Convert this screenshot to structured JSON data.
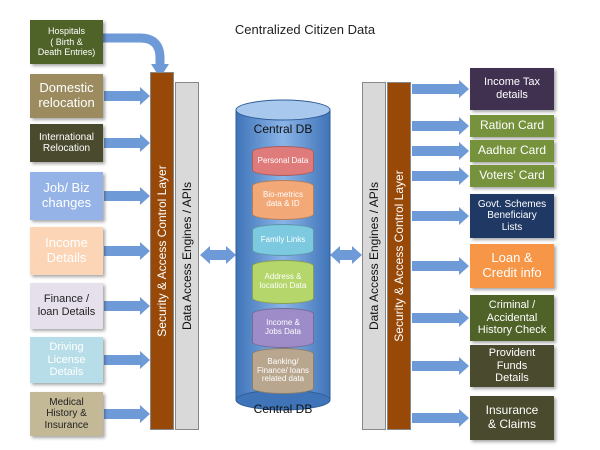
{
  "title": "Centralized Citizen Data",
  "db": {
    "label": "Central DB",
    "segments": [
      {
        "label": "Personal Data",
        "color": "#e07b7b"
      },
      {
        "label": "Bio-metrics\ndata & ID",
        "color": "#f2a877"
      },
      {
        "label": "Family Links",
        "color": "#7cc9e0"
      },
      {
        "label": "Address &\nlocation Data",
        "color": "#b4d66a"
      },
      {
        "label": "Income &\nJobs Data",
        "color": "#9d8cc8"
      },
      {
        "label": "Banking/\nFinance/ loans\nrelated data",
        "color": "#b8a68e"
      }
    ]
  },
  "left_bars": {
    "security": "Security & Access Control Layer",
    "engines": "Data Access Engines / APIs"
  },
  "right_bars": {
    "engines": "Data Access Engines / APIs",
    "security": "Security & Access Control Layer"
  },
  "inputs": [
    {
      "label": "Hospitals\n( Birth &\nDeath Entries)",
      "color": "#4f6228",
      "text_color": "#ffffff"
    },
    {
      "label": "Domestic\nrelocation",
      "color": "#9b8b5f",
      "text_color": "#ffffff"
    },
    {
      "label": "International\nRelocation",
      "color": "#4a4a2e",
      "text_color": "#ffffff"
    },
    {
      "label": "Job/ Biz\nchanges",
      "color": "#95b3e6",
      "text_color": "#ffffff"
    },
    {
      "label": "Income\nDetails",
      "color": "#fbd5b5",
      "text_color": "#ffffff"
    },
    {
      "label": "Finance /\nloan Details",
      "color": "#e6e0ec",
      "text_color": "#222222"
    },
    {
      "label": "Driving\nLicense\nDetails",
      "color": "#b7dde8",
      "text_color": "#ffffff"
    },
    {
      "label": "Medical\nHistory &\nInsurance",
      "color": "#c4b996",
      "text_color": "#222222"
    }
  ],
  "outputs": [
    {
      "label": "Income Tax\ndetails",
      "color": "#403151",
      "text_color": "#ffffff"
    },
    {
      "label": "Ration Card",
      "color": "#76923c",
      "text_color": "#ffffff"
    },
    {
      "label": "Aadhar Card",
      "color": "#76923c",
      "text_color": "#ffffff"
    },
    {
      "label": "Voters’ Card",
      "color": "#76923c",
      "text_color": "#ffffff"
    },
    {
      "label": "Govt. Schemes\nBeneficiary\nLists",
      "color": "#1f3864",
      "text_color": "#ffffff"
    },
    {
      "label": "Loan &\nCredit info",
      "color": "#f79646",
      "text_color": "#ffffff"
    },
    {
      "label": "Criminal /\nAccidental\nHistory Check",
      "color": "#4f6228",
      "text_color": "#ffffff"
    },
    {
      "label": "Provident\nFunds\nDetails",
      "color": "#4a4a2e",
      "text_color": "#ffffff"
    },
    {
      "label": "Insurance\n& Claims",
      "color": "#4a4a2e",
      "text_color": "#ffffff"
    }
  ],
  "colors": {
    "security_bar": "#984807",
    "engines_bar": "#d9d9d9",
    "arrow": "#6f9ad8",
    "db_body": "#4f86c6"
  }
}
